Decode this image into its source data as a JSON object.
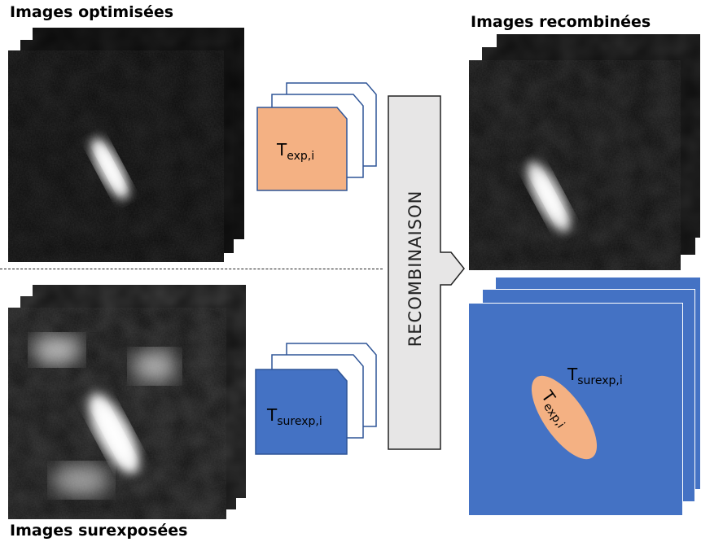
{
  "labels": {
    "optimized": "Images optimisées",
    "overexposed": "Images surexposées",
    "recombined": "Images recombinées",
    "recombination": "RECOMBINAISON"
  },
  "terms": {
    "t_exp": {
      "base": "T",
      "sub": "exp,i"
    },
    "t_surexp": {
      "base": "T",
      "sub": "surexp,i"
    },
    "t_surexp_big": {
      "base": "T",
      "sub": "surexp,i"
    },
    "t_exp_ellipse": {
      "base": "T",
      "sub": "exp,i"
    }
  },
  "colors": {
    "orange": "#f4b183",
    "blue": "#4472c4",
    "arrow_fill": "#e7e6e6",
    "card_outline": "#2f5597"
  }
}
